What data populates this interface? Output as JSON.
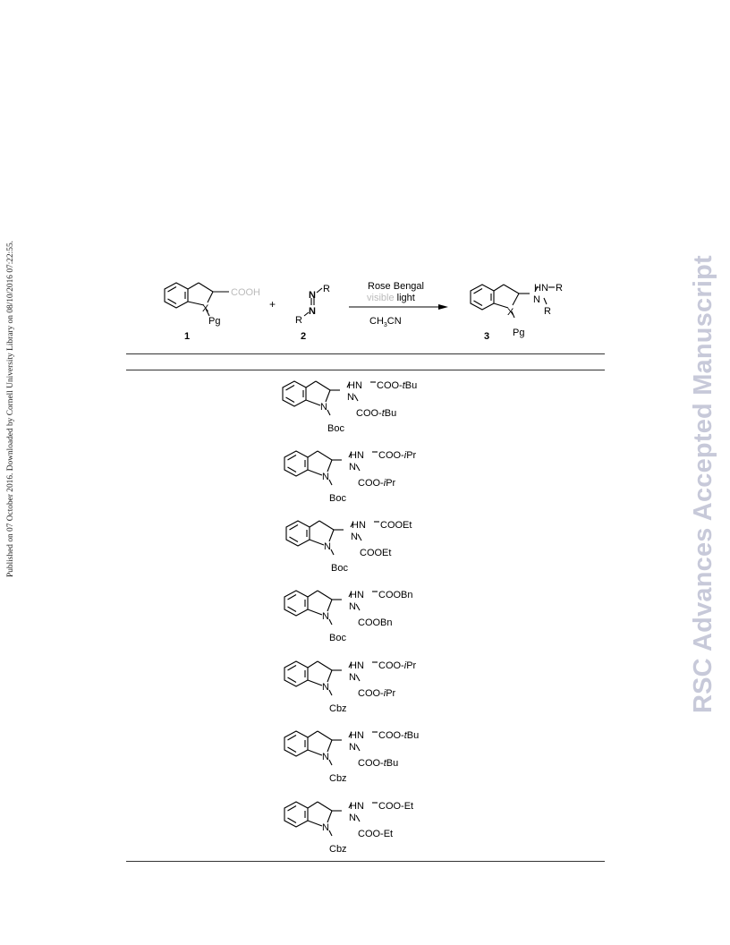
{
  "side_note": "Published on 07 October 2016. Downloaded by Cornell University Library on 08/10/2016 07:22:55.",
  "watermark": "RSC Advances Accepted Manuscript",
  "scheme": {
    "reactant1": {
      "substituent": "COOH",
      "heteroatom": "X",
      "protecting_group": "Pg",
      "number": "1"
    },
    "plus": "+",
    "reactant2": {
      "top_r": "R",
      "bottom_r": "R",
      "n1": "N",
      "n2": "N",
      "number": "2"
    },
    "conditions": {
      "reagent": "Rose Bengal",
      "light_prefix": "visible",
      "light": "light",
      "solvent_prefix": "CH",
      "solvent_sub": "3",
      "solvent_suffix": "CN"
    },
    "product": {
      "nh": "HN",
      "r1": "R",
      "n": "N",
      "r2": "R",
      "heteroatom": "X",
      "protecting_group": "Pg",
      "number": "3"
    }
  },
  "entries": [
    {
      "hn": "HN",
      "top": "COO-",
      "top_it": "t",
      "top_end": "Bu",
      "n": "N",
      "bottom": "COO-",
      "bottom_it": "t",
      "bottom_end": "Bu",
      "ring_n": "N",
      "pg": "Boc"
    },
    {
      "hn": "HN",
      "top": "COO-",
      "top_it": "i",
      "top_end": "Pr",
      "n": "N",
      "bottom": "COO-",
      "bottom_it": "i",
      "bottom_end": "Pr",
      "ring_n": "N",
      "pg": "Boc"
    },
    {
      "hn": "HN",
      "top": "COOEt",
      "top_it": "",
      "top_end": "",
      "n": "N",
      "bottom": "COOEt",
      "bottom_it": "",
      "bottom_end": "",
      "ring_n": "N",
      "pg": "Boc"
    },
    {
      "hn": "HN",
      "top": "COOBn",
      "top_it": "",
      "top_end": "",
      "n": "N",
      "bottom": "COOBn",
      "bottom_it": "",
      "bottom_end": "",
      "ring_n": "N",
      "pg": "Boc"
    },
    {
      "hn": "HN",
      "top": "COO-",
      "top_it": "i",
      "top_end": "Pr",
      "n": "N",
      "bottom": "COO-",
      "bottom_it": "i",
      "bottom_end": "Pr",
      "ring_n": "N",
      "pg": "Cbz"
    },
    {
      "hn": "HN",
      "top": "COO-",
      "top_it": "t",
      "top_end": "Bu",
      "n": "N",
      "bottom": "COO-",
      "bottom_it": "t",
      "bottom_end": "Bu",
      "ring_n": "N",
      "pg": "Cbz"
    },
    {
      "hn": "HN",
      "top": "COO-Et",
      "top_it": "",
      "top_end": "",
      "n": "N",
      "bottom": "COO-Et",
      "bottom_it": "",
      "bottom_end": "",
      "ring_n": "N",
      "pg": "Cbz"
    }
  ]
}
